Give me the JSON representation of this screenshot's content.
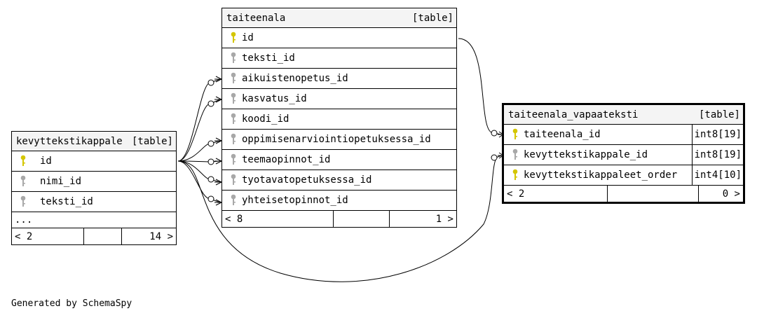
{
  "tables": {
    "kevyttekstikappale": {
      "name": "kevyttekstikappale",
      "kind": "[table]",
      "columns": [
        {
          "name": "id",
          "key": "primary"
        },
        {
          "name": "nimi_id",
          "key": "foreign"
        },
        {
          "name": "teksti_id",
          "key": "foreign"
        }
      ],
      "more": "...",
      "footer": {
        "left": "< 2",
        "right": "14 >"
      }
    },
    "taiteenala": {
      "name": "taiteenala",
      "kind": "[table]",
      "columns": [
        {
          "name": "id",
          "key": "primary"
        },
        {
          "name": "teksti_id",
          "key": "foreign"
        },
        {
          "name": "aikuistenopetus_id",
          "key": "foreign"
        },
        {
          "name": "kasvatus_id",
          "key": "foreign"
        },
        {
          "name": "koodi_id",
          "key": "foreign"
        },
        {
          "name": "oppimisenarviointiopetuksessa_id",
          "key": "foreign"
        },
        {
          "name": "teemaopinnot_id",
          "key": "foreign"
        },
        {
          "name": "tyotavatopetuksessa_id",
          "key": "foreign"
        },
        {
          "name": "yhteisetopinnot_id",
          "key": "foreign"
        }
      ],
      "footer": {
        "left": "< 8",
        "right": "1 >"
      }
    },
    "taiteenala_vapaateksti": {
      "name": "taiteenala_vapaateksti",
      "kind": "[table]",
      "columns": [
        {
          "name": "taiteenala_id",
          "type": "int8[19]",
          "key": "primary"
        },
        {
          "name": "kevyttekstikappale_id",
          "type": "int8[19]",
          "key": "foreign"
        },
        {
          "name": "kevyttekstikappaleet_order",
          "type": "int4[10]",
          "key": "primary"
        }
      ],
      "footer": {
        "left": "< 2",
        "right": "0 >"
      }
    }
  },
  "colors": {
    "primary_key": "#d4c600",
    "foreign_key": "#a8a8a8",
    "header_bg": "#f4f4f4"
  },
  "footer_text": "Generated by SchemaSpy"
}
